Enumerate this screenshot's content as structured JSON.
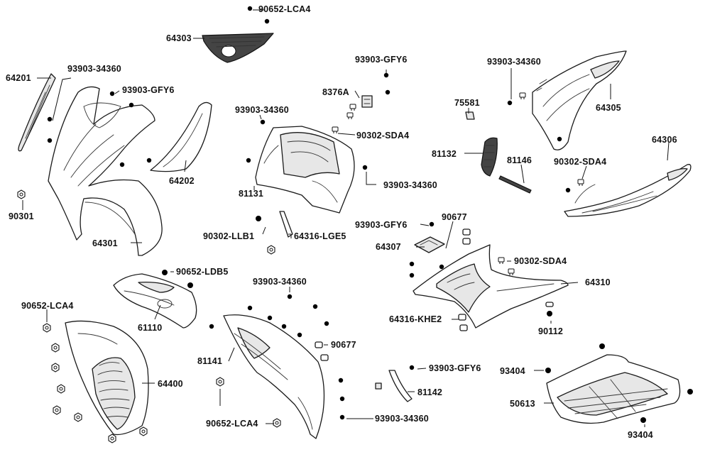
{
  "labels": {
    "l_90652_LCA4_top": "90652-LCA4",
    "l_64303": "64303",
    "l_64201": "64201",
    "l_93903_34360_a": "93903-34360",
    "l_93903_GFY6_a": "93903-GFY6",
    "l_93903_GFY6_b": "93903-GFY6",
    "l_8376A": "8376A",
    "l_93903_34360_b": "93903-34360",
    "l_90302_SDA4_a": "90302-SDA4",
    "l_93903_34360_c": "93903-34360",
    "l_75581": "75581",
    "l_64305": "64305",
    "l_64306": "64306",
    "l_81132": "81132",
    "l_81146": "81146",
    "l_90302_SDA4_b": "90302-SDA4",
    "l_64202": "64202",
    "l_81131": "81131",
    "l_93903_34360_d": "93903-34360",
    "l_90301": "90301",
    "l_90302_LLB1": "90302-LLB1",
    "l_64316_LGE5": "64316-LGE5",
    "l_93903_GFY6_c": "93903-GFY6",
    "l_90677_a": "90677",
    "l_64307": "64307",
    "l_90302_SDA4_c": "90302-SDA4",
    "l_64301": "64301",
    "l_90652_LDB5": "90652-LDB5",
    "l_93903_34360_e": "93903-34360",
    "l_64310": "64310",
    "l_90652_LCA4_mid": "90652-LCA4",
    "l_61110": "61110",
    "l_64316_KHE2": "64316-KHE2",
    "l_90112": "90112",
    "l_90677_b": "90677",
    "l_81141": "81141",
    "l_93903_GFY6_d": "93903-GFY6",
    "l_93404_a": "93404",
    "l_64400": "64400",
    "l_81142": "81142",
    "l_50613": "50613",
    "l_90652_LCA4_bot": "90652-LCA4",
    "l_93903_34360_f": "93903-34360",
    "l_93404_b": "93404"
  }
}
